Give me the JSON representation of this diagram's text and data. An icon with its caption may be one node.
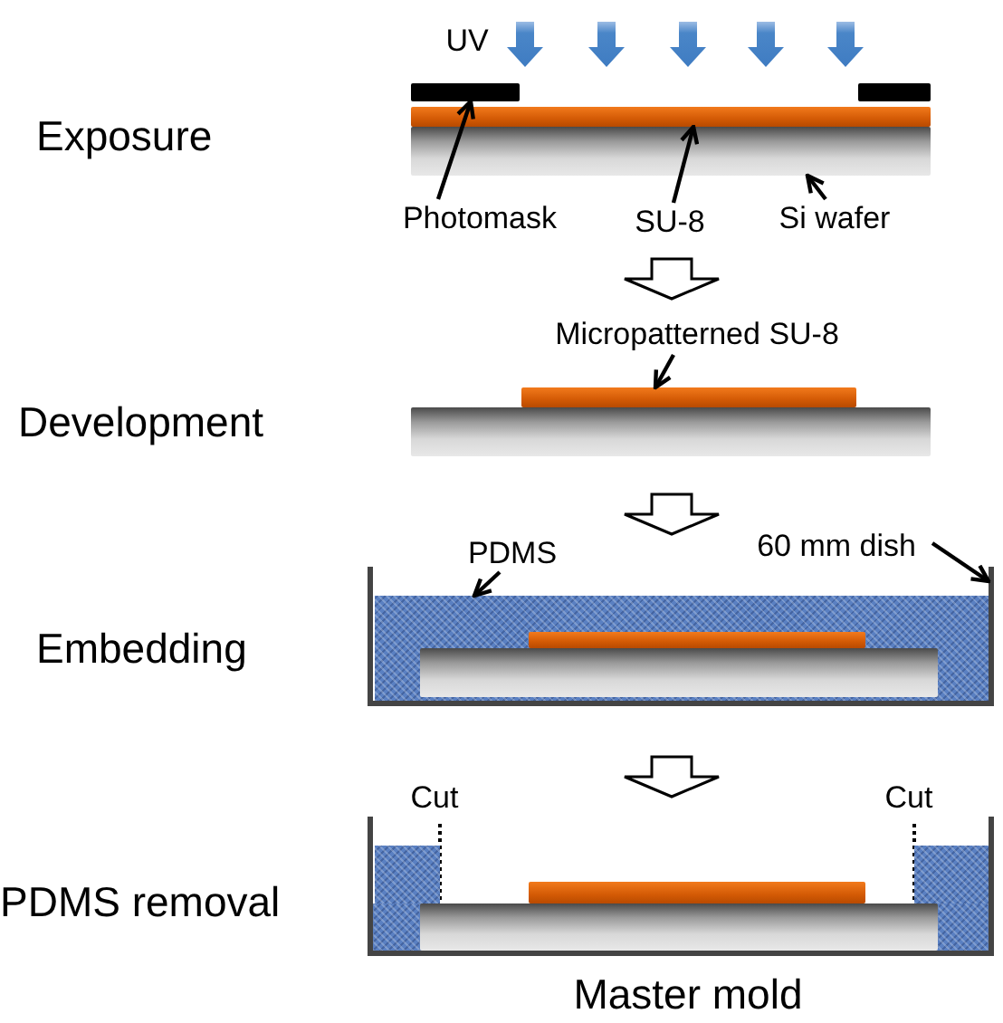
{
  "diagram": {
    "nodes": [
      {
        "text": [],
        "shape": "bar"
      },
      {
        "text": [],
        "shape": "bar"
      },
      {
        "text": [],
        "shape": "bar"
      },
      {
        "text": [],
        "shape": "bar"
      },
      {
        "text": [
          "Photomask"
        ]
      },
      {
        "text": [
          "SU-8"
        ]
      },
      {
        "text": [
          "Si wafer"
        ]
      },
      {
        "text": [],
        "shape": "bar"
      },
      {
        "text": [],
        "shape": "bar"
      },
      {
        "text": [
          "Micropatterned SU-8"
        ]
      },
      {
        "text": [],
        "shape": "box"
      },
      {
        "text": [],
        "shape": "box",
        "in": 10
      },
      {
        "text": [],
        "shape": "bar",
        "in": 11
      },
      {
        "text": [],
        "shape": "bar",
        "in": 11
      },
      {
        "text": [
          "PDMS"
        ]
      },
      {
        "text": [
          "60 mm dish"
        ]
      },
      {
        "text": [],
        "shape": "box"
      },
      {
        "text": [],
        "shape": "box",
        "in": 16
      },
      {
        "text": [],
        "shape": "box",
        "in": 16
      },
      {
        "text": [],
        "shape": "bar",
        "in": 16
      },
      {
        "text": [],
        "shape": "bar",
        "in": 16
      }
    ],
    "edges": [
      {
        "from": 4,
        "to": 0,
        "arrow": "to"
      },
      {
        "from": 5,
        "to": 2,
        "arrow": "to"
      },
      {
        "from": 6,
        "to": 3,
        "arrow": "to"
      },
      {
        "from": 9,
        "to": 7,
        "arrow": "to"
      },
      {
        "from": 14,
        "to": 11,
        "arrow": "to"
      },
      {
        "from": 15,
        "to": 10,
        "arrow": "to"
      },
      {
        "from": 3,
        "to": 7,
        "arrow": "to"
      },
      {
        "from": 8,
        "to": 10,
        "arrow": "to"
      },
      {
        "from": 10,
        "to": 16,
        "arrow": "to"
      }
    ],
    "labels": [
      "UV",
      "Exposure",
      "Development",
      "Embedding",
      "Cut",
      "Cut",
      "PDMS removal",
      "Master mold"
    ]
  }
}
